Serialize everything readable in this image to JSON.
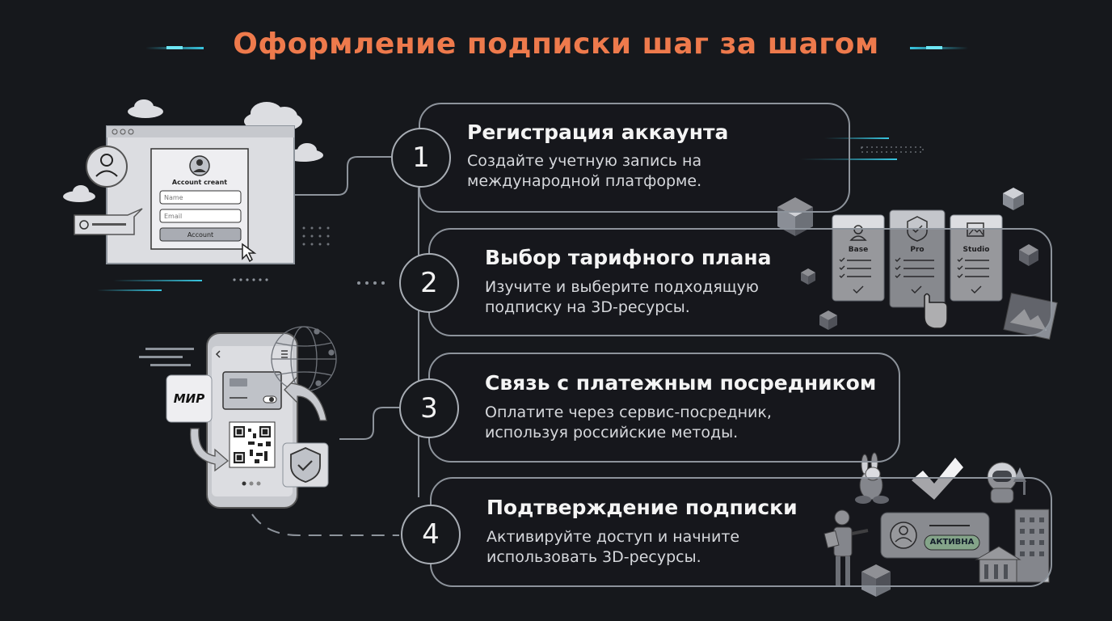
{
  "title": "Оформление подписки шаг за шагом",
  "steps": [
    {
      "number": "1",
      "title": "Регистрация аккаунта",
      "desc_line1": "Создайте учетную запись на",
      "desc_line2": "международной платформе."
    },
    {
      "number": "2",
      "title": "Выбор тарифного плана",
      "desc_line1": "Изучите и выберите подходящую",
      "desc_line2": "подписку на 3D-ресурсы."
    },
    {
      "number": "3",
      "title": "Связь с платежным посредником",
      "desc_line1": "Оплатите через сервис-посредник,",
      "desc_line2": "используя российские методы."
    },
    {
      "number": "4",
      "title": "Подтверждение подписки",
      "desc_line1": "Активируйте доступ и начните",
      "desc_line2": "использовать 3D-ресурсы."
    }
  ],
  "signup_form": {
    "heading": "Account creant",
    "name_placeholder": "Name",
    "email_placeholder": "Email",
    "submit_label": "Account"
  },
  "plans": [
    {
      "label": "Base",
      "icon": "user-icon"
    },
    {
      "label": "Pro",
      "icon": "shield-check-icon"
    },
    {
      "label": "Studio",
      "icon": "image-icon"
    }
  ],
  "payment": {
    "mir_label": "МИР",
    "icons": [
      "credit-card-icon",
      "qr-code-icon",
      "shield-check-icon",
      "globe-icon"
    ]
  },
  "confirmation": {
    "status_badge": "АКТИВНА",
    "icons": [
      "checkmark-icon",
      "astronaut-icon",
      "building-icon"
    ]
  },
  "colors": {
    "background": "#16181c",
    "title": "#ee7a4c",
    "frame_border": "#8d939b",
    "card": "#dcdde1",
    "accent_glow": "#38c6e0",
    "active_badge": "#bff0c3"
  }
}
